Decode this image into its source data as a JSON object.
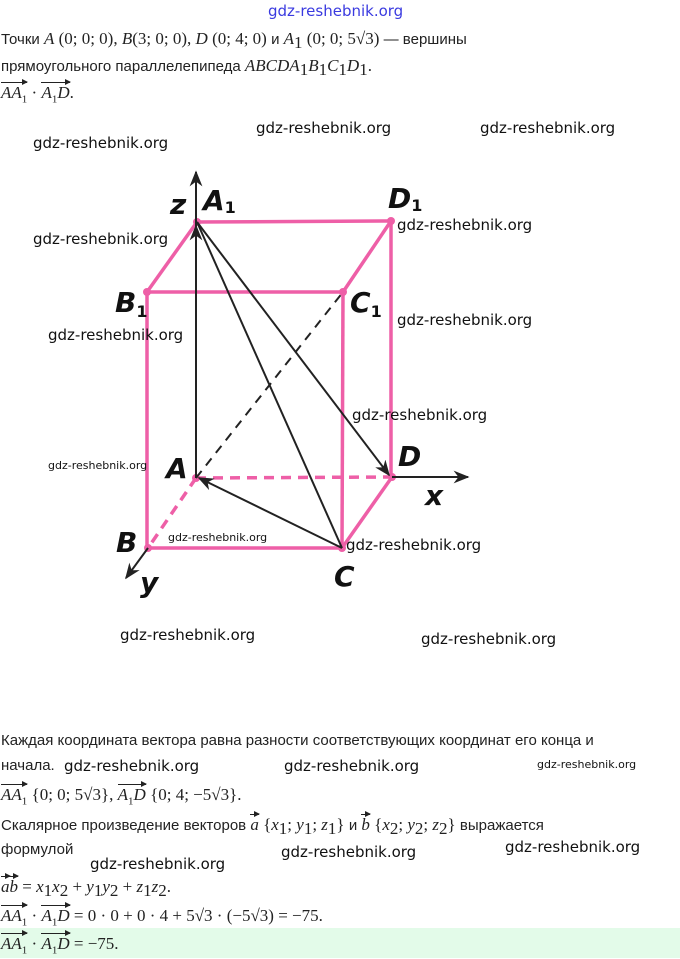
{
  "header": {
    "site_link": "gdz-reshebnik.org"
  },
  "problem": [
    [
      {
        "k": "t",
        "x": "Точки "
      },
      {
        "k": "m",
        "x": "A"
      },
      {
        "k": "n",
        "x": " (0;  0;  0), "
      },
      {
        "k": "m",
        "x": "B"
      },
      {
        "k": "n",
        "x": "(3;  0;  0), "
      },
      {
        "k": "m",
        "x": "D"
      },
      {
        "k": "n",
        "x": " (0;  4;  0) "
      },
      {
        "k": "t",
        "x": "и "
      },
      {
        "k": "m",
        "x": "A"
      },
      {
        "k": "s",
        "x": "1"
      },
      {
        "k": "n",
        "x": " (0;  0;  5√3) "
      },
      {
        "k": "t",
        "x": "— вершины"
      }
    ],
    [
      {
        "k": "t",
        "x": "прямоугольного параллелепипеда "
      },
      {
        "k": "m",
        "x": "ABCDA"
      },
      {
        "k": "s",
        "x": "1"
      },
      {
        "k": "m",
        "x": "B"
      },
      {
        "k": "s",
        "x": "1"
      },
      {
        "k": "m",
        "x": "C"
      },
      {
        "k": "s",
        "x": "1"
      },
      {
        "k": "m",
        "x": "D"
      },
      {
        "k": "s",
        "x": "1"
      },
      {
        "k": "n",
        "x": "."
      }
    ],
    [
      {
        "k": "v",
        "x": "AA",
        "s": "1"
      },
      {
        "k": "n",
        "x": " · "
      },
      {
        "k": "v",
        "x": "A",
        "s": "1",
        "x2": "D"
      },
      {
        "k": "n",
        "x": "."
      }
    ]
  ],
  "figure": {
    "labels": {
      "z": "z",
      "x": "x",
      "y": "y",
      "A1": "A",
      "D1": "D",
      "B1": "B",
      "C1": "C",
      "A": "A",
      "D": "D",
      "B": "B",
      "C": "C",
      "sub": "1"
    },
    "colors": {
      "edge": "#ee5fa7",
      "line": "#222222"
    }
  },
  "solution": [
    [
      {
        "k": "t",
        "x": "Каждая координата вектора равна разности соответствующих координат его конца и"
      }
    ],
    [
      {
        "k": "t",
        "x": "начала."
      }
    ],
    [
      {
        "k": "v",
        "x": "AA",
        "s": "1"
      },
      {
        "k": "n",
        "x": " {0;  0;  5√3}, "
      },
      {
        "k": "v",
        "x": "A",
        "s": "1",
        "x2": "D"
      },
      {
        "k": "n",
        "x": " {0;  4;  −5√3}."
      }
    ],
    [
      {
        "k": "t",
        "x": "Скалярное произведение векторов "
      },
      {
        "k": "v",
        "x": "a"
      },
      {
        "k": "n",
        "x": " {"
      },
      {
        "k": "m",
        "x": "x"
      },
      {
        "k": "s",
        "x": "1"
      },
      {
        "k": "n",
        "x": ";  "
      },
      {
        "k": "m",
        "x": "y"
      },
      {
        "k": "s",
        "x": "1"
      },
      {
        "k": "n",
        "x": ";  "
      },
      {
        "k": "m",
        "x": "z"
      },
      {
        "k": "s",
        "x": "1"
      },
      {
        "k": "n",
        "x": "} "
      },
      {
        "k": "t",
        "x": "и "
      },
      {
        "k": "v",
        "x": "b"
      },
      {
        "k": "n",
        "x": " {"
      },
      {
        "k": "m",
        "x": "x"
      },
      {
        "k": "s",
        "x": "2"
      },
      {
        "k": "n",
        "x": ";  "
      },
      {
        "k": "m",
        "x": "y"
      },
      {
        "k": "s",
        "x": "2"
      },
      {
        "k": "n",
        "x": ";  "
      },
      {
        "k": "m",
        "x": "z"
      },
      {
        "k": "s",
        "x": "2"
      },
      {
        "k": "n",
        "x": "} "
      },
      {
        "k": "t",
        "x": "выражается"
      }
    ],
    [
      {
        "k": "t",
        "x": "формулой"
      }
    ],
    [
      {
        "k": "v",
        "x": "a"
      },
      {
        "k": "v",
        "x": "b"
      },
      {
        "k": "n",
        "x": " = "
      },
      {
        "k": "m",
        "x": "x"
      },
      {
        "k": "s",
        "x": "1"
      },
      {
        "k": "m",
        "x": "x"
      },
      {
        "k": "s",
        "x": "2"
      },
      {
        "k": "n",
        "x": " + "
      },
      {
        "k": "m",
        "x": "y"
      },
      {
        "k": "s",
        "x": "1"
      },
      {
        "k": "m",
        "x": "y"
      },
      {
        "k": "s",
        "x": "2"
      },
      {
        "k": "n",
        "x": " + "
      },
      {
        "k": "m",
        "x": "z"
      },
      {
        "k": "s",
        "x": "1"
      },
      {
        "k": "m",
        "x": "z"
      },
      {
        "k": "s",
        "x": "2"
      },
      {
        "k": "n",
        "x": "."
      }
    ],
    [
      {
        "k": "v",
        "x": "AA",
        "s": "1"
      },
      {
        "k": "n",
        "x": " · "
      },
      {
        "k": "v",
        "x": "A",
        "s": "1",
        "x2": "D"
      },
      {
        "k": "n",
        "x": " = 0 · 0 + 0 · 4 + 5√3 · (−5√3) = −75."
      }
    ],
    [
      {
        "k": "v",
        "x": "AA",
        "s": "1"
      },
      {
        "k": "n",
        "x": " · "
      },
      {
        "k": "v",
        "x": "A",
        "s": "1",
        "x2": "D"
      },
      {
        "k": "n",
        "x": " = −75."
      }
    ]
  ],
  "watermarks": [
    "gdz-reshebnik.org",
    "gdz-reshebnik.org",
    "gdz-reshebnik.org",
    "gdz-reshebnik.org",
    "gdz-reshebnik.org",
    "gdz-reshebnik.org",
    "gdz-reshebnik.org",
    "gdz-reshebnik.org",
    "gdz-reshebnik.org",
    "gdz-reshebnik.org",
    "gdz-reshebnik.org",
    "gdz-reshebnik.org",
    "gdz-reshebnik.org",
    "gdz-reshebnik.org",
    "gdz-reshebnik.org",
    "gdz-reshebnik.org",
    "gdz-reshebnik.org",
    "gdz-reshebnik.org",
    "gdz-reshebnik.org",
    "gdz-reshebnik.org"
  ]
}
